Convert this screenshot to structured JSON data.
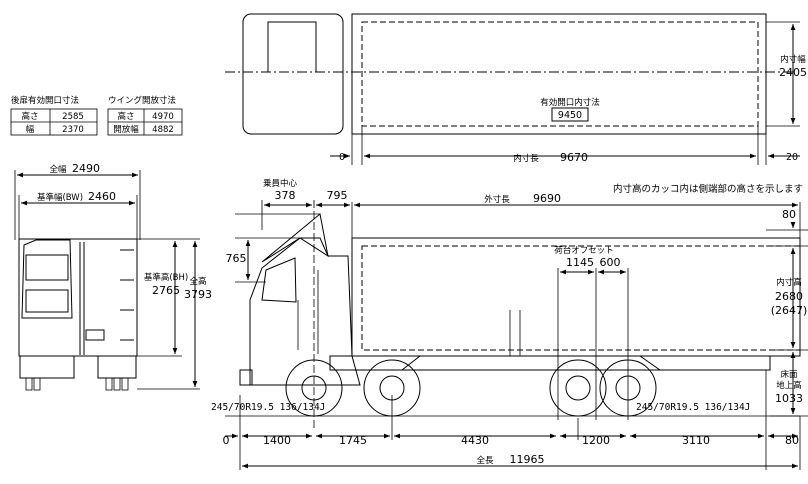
{
  "note": "内寸高のカッコ内は側端部の高さを示します",
  "rear_opening_table": {
    "title": "後扉有効開口寸法",
    "rows": [
      {
        "label": "高さ",
        "value": "2585"
      },
      {
        "label": "幅",
        "value": "2370"
      }
    ]
  },
  "wing_opening_table": {
    "title": "ウイング開放寸法",
    "rows": [
      {
        "label": "高さ",
        "value": "4970"
      },
      {
        "label": "開放幅",
        "value": "4882"
      }
    ]
  },
  "top_view": {
    "inner_width_label": "内寸幅",
    "inner_width_value": "2405",
    "opening_label": "有効開口内寸法",
    "opening_value": "9450",
    "front_gap": "0",
    "inner_length_label": "内寸長",
    "inner_length_value": "9670",
    "rear_gap": "20"
  },
  "front_view": {
    "overall_width_label": "全幅",
    "overall_width_value": "2490",
    "base_width_label": "基準幅(BW)",
    "base_width_value": "2460",
    "base_height_label": "基準高(BH)",
    "base_height_value": "2765",
    "total_height_label": "全高",
    "total_height_value": "3793"
  },
  "side_view": {
    "occupant_center_label": "乗員中心",
    "occupant_center_value": "378",
    "front_offset_value": "795",
    "outer_length_label": "外寸長",
    "outer_length_value": "9690",
    "top_gap_value": "80",
    "cab_height_value": "765",
    "offset_label": "荷台オフセット",
    "offset_a": "1145",
    "offset_b": "600",
    "inner_height_label": "内寸高",
    "inner_height_value": "2680",
    "inner_height_side": "(2647)",
    "floor_label_1": "床面",
    "floor_label_2": "地上高",
    "floor_value": "1033",
    "tire_front": "245/70R19.5 136/134J",
    "tire_rear": "245/70R19.5 136/134J",
    "dim_front_start": "0",
    "dim_1": "1400",
    "dim_2": "1745",
    "dim_3": "4430",
    "dim_4": "1200",
    "dim_5": "3110",
    "dim_rear": "80",
    "overall_length_label": "全長",
    "overall_length_value": "11965"
  }
}
